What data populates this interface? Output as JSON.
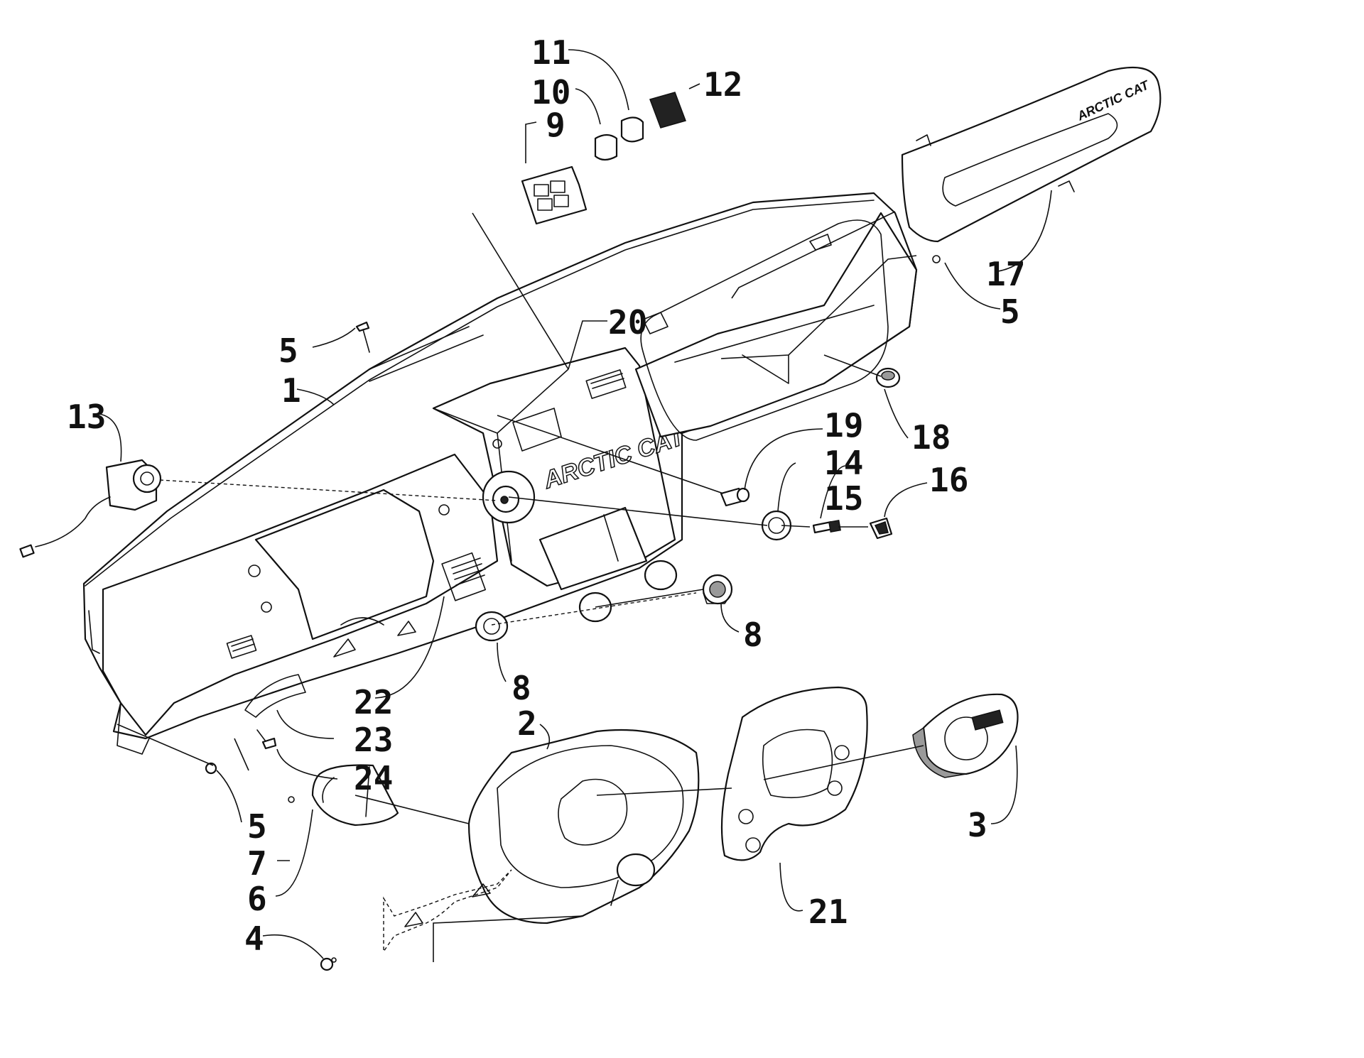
{
  "diagram": {
    "brand_logo_text": "ARCTIC CAT",
    "colors": {
      "line": "#111111",
      "background": "#ffffff"
    },
    "callouts": [
      {
        "id": "c1",
        "label": "1"
      },
      {
        "id": "c2",
        "label": "2"
      },
      {
        "id": "c3",
        "label": "3"
      },
      {
        "id": "c4",
        "label": "4"
      },
      {
        "id": "c5a",
        "label": "5"
      },
      {
        "id": "c5b",
        "label": "5"
      },
      {
        "id": "c5c",
        "label": "5"
      },
      {
        "id": "c6",
        "label": "6"
      },
      {
        "id": "c7",
        "label": "7"
      },
      {
        "id": "c8a",
        "label": "8"
      },
      {
        "id": "c8b",
        "label": "8"
      },
      {
        "id": "c9",
        "label": "9"
      },
      {
        "id": "c10",
        "label": "10"
      },
      {
        "id": "c11",
        "label": "11"
      },
      {
        "id": "c12",
        "label": "12"
      },
      {
        "id": "c13",
        "label": "13"
      },
      {
        "id": "c14",
        "label": "14"
      },
      {
        "id": "c15",
        "label": "15"
      },
      {
        "id": "c16",
        "label": "16"
      },
      {
        "id": "c17",
        "label": "17"
      },
      {
        "id": "c18",
        "label": "18"
      },
      {
        "id": "c19",
        "label": "19"
      },
      {
        "id": "c20",
        "label": "20"
      },
      {
        "id": "c21",
        "label": "21"
      },
      {
        "id": "c22",
        "label": "22"
      },
      {
        "id": "c23",
        "label": "23"
      },
      {
        "id": "c24",
        "label": "24"
      }
    ]
  }
}
